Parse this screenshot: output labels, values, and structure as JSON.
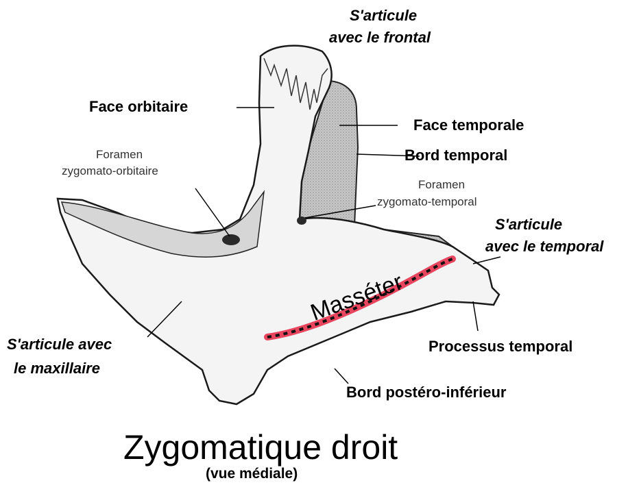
{
  "labels": {
    "articule_frontal_1": "S'articule",
    "articule_frontal_2": "avec le frontal",
    "face_orbitaire": "Face orbitaire",
    "face_temporale": "Face temporale",
    "bord_temporal": "Bord temporal",
    "foramen_zo_1": "Foramen",
    "foramen_zo_2": "zygomato-orbitaire",
    "foramen_zt_1": "Foramen",
    "foramen_zt_2": "zygomato-temporal",
    "articule_temporal_1": "S'articule",
    "articule_temporal_2": "avec le temporal",
    "articule_maxillaire_1": "S'articule avec",
    "articule_maxillaire_2": "le maxillaire",
    "masseter": "Masséter",
    "processus_temporal": "Processus temporal",
    "bord_postero_inferieur": "Bord postéro-inférieur"
  },
  "title": "Zygomatique droit",
  "subtitle": "(vue médiale)",
  "colors": {
    "masseter_line": "#e8455f",
    "bone_fill": "#f2f2f2",
    "bone_shade": "#b5b5b5"
  }
}
